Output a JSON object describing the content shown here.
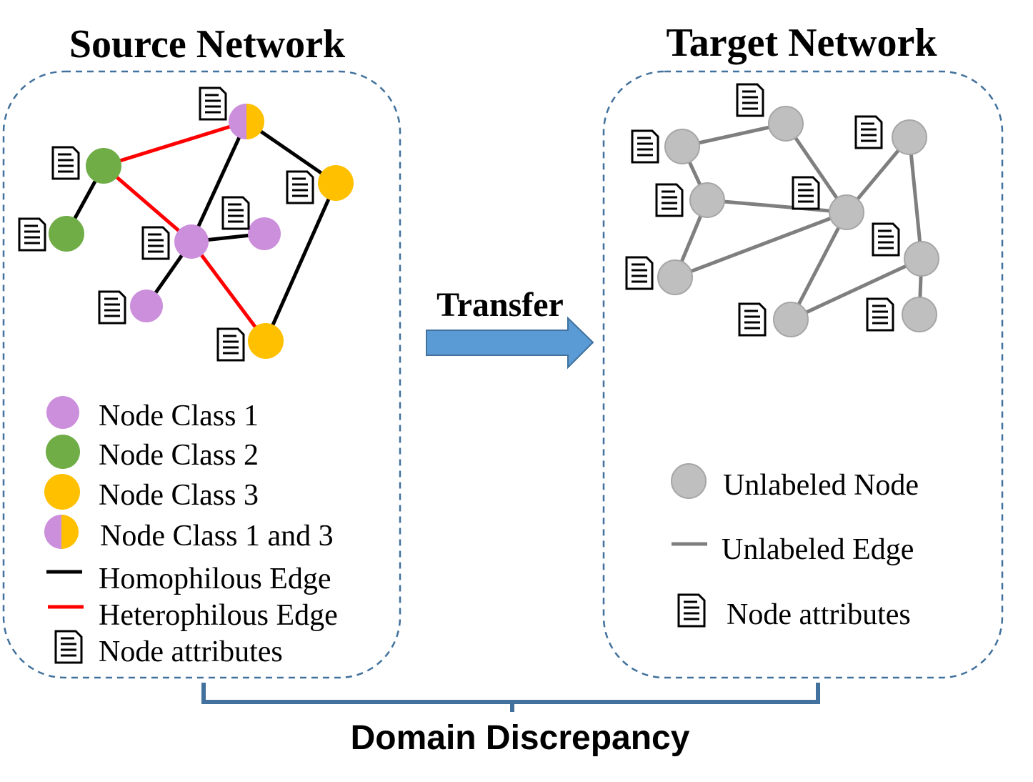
{
  "source": {
    "title": "Source Network",
    "legend": {
      "class1": "Node Class 1",
      "class2": "Node Class 2",
      "class3": "Node Class 3",
      "class13": "Node Class 1 and 3",
      "homo_edge": "Homophilous Edge",
      "hetero_edge": "Heterophilous Edge",
      "attributes": "Node attributes"
    }
  },
  "target": {
    "title": "Target Network",
    "legend": {
      "unlabeled_node": "Unlabeled Node",
      "unlabeled_edge": "Unlabeled Edge",
      "attributes": "Node attributes"
    }
  },
  "transfer_label": "Transfer",
  "discrepancy_label": "Domain Discrepancy",
  "colors": {
    "class1": "#cc8fdc",
    "class2": "#70ad47",
    "class3": "#ffc000",
    "homo": "#000000",
    "hetero": "#ff0000",
    "unlabeled": "#bfbfbf",
    "unlabeled_edge": "#7f7f7f",
    "box": "#41719c",
    "arrow": "#5b9bd5"
  }
}
